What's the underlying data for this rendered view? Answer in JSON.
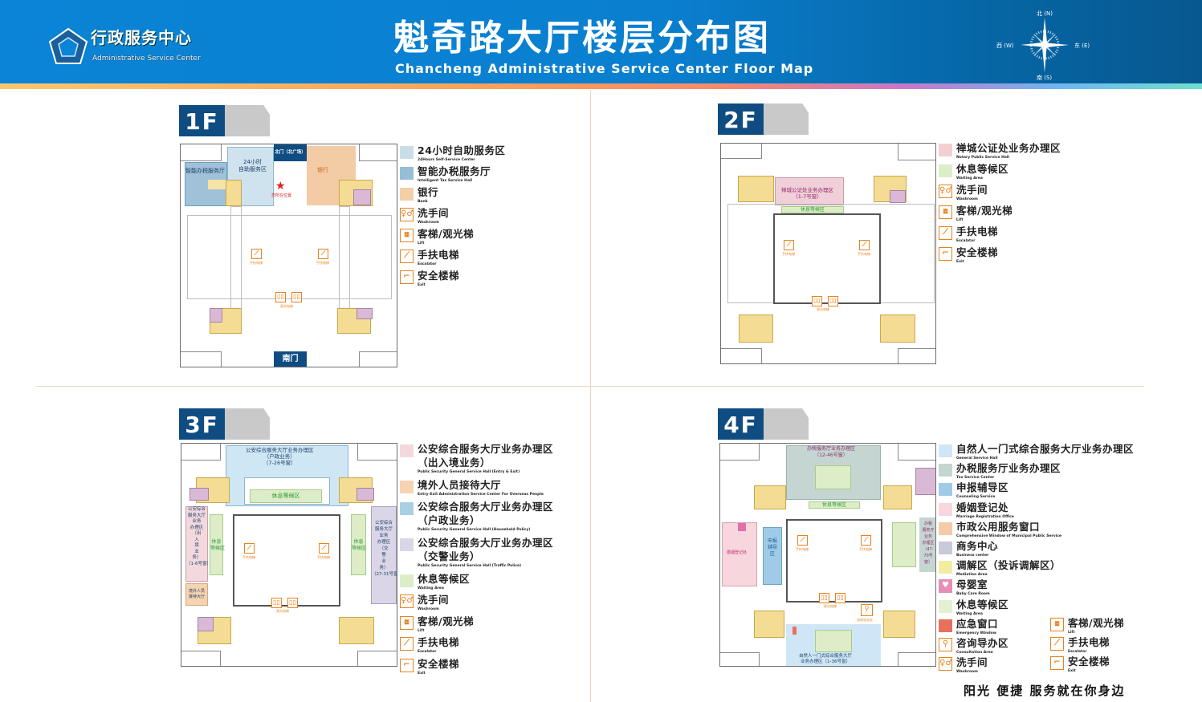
{
  "header": {
    "logo_cn": "行政服务中心",
    "logo_en": "Administrative Service Center",
    "title_cn": "魁奇路大厅楼层分布图",
    "title_en": "Chancheng Administrative Service Center Floor Map",
    "compass": {
      "north": "北 (N)",
      "south": "南 (S)",
      "east": "东 (E)",
      "west": "西 (W)"
    }
  },
  "colors": {
    "brand_blue": "#0f4c81",
    "header_blue": "#0a84d6",
    "icon_orange": "#e8821f"
  },
  "floors": {
    "f1": {
      "label": "1F",
      "map": {
        "tax_hall": "智能办税服务厅",
        "self_service": "24小时\n自助服务区",
        "bank": "银行",
        "north_gate": "北门（北广场）",
        "south_gate": "南门",
        "you_are_here": "您所在位置",
        "escalator": "手扶电梯",
        "lift": "观光电梯"
      },
      "legend": [
        {
          "cn": "24小时自助服务区",
          "en": "24Hours Self-Service Center",
          "swatch": "#c9dde9"
        },
        {
          "cn": "智能办税服务厅",
          "en": "Intelligent Tax Service Hall",
          "swatch": "#96bfd6"
        },
        {
          "cn": "银行",
          "en": "Bank",
          "swatch": "#f3cfa8"
        },
        {
          "cn": "洗手间",
          "en": "Washroom",
          "icon": "washroom-icon"
        },
        {
          "cn": "客梯/观光梯",
          "en": "Lift",
          "icon": "lift-icon"
        },
        {
          "cn": "手扶电梯",
          "en": "Escalator",
          "icon": "escalator-icon"
        },
        {
          "cn": "安全楼梯",
          "en": "Exit",
          "icon": "exit-stairs-icon"
        }
      ]
    },
    "f2": {
      "label": "2F",
      "map": {
        "notary": "禅城公证处业务办理区\n（1-7号窗）",
        "waiting": "休息等候区",
        "escalator": "手扶电梯",
        "lift": "观光电梯"
      },
      "legend": [
        {
          "cn": "禅城公证处业务办理区",
          "en": "Notary Public Service Hall",
          "swatch": "#f1cfd3"
        },
        {
          "cn": "休息等候区",
          "en": "Waiting Area",
          "swatch": "#dcedc8"
        },
        {
          "cn": "洗手间",
          "en": "Washroom",
          "icon": "washroom-icon"
        },
        {
          "cn": "客梯/观光梯",
          "en": "Lift",
          "icon": "lift-icon"
        },
        {
          "cn": "手扶电梯",
          "en": "Escalator",
          "icon": "escalator-icon"
        },
        {
          "cn": "安全楼梯",
          "en": "Exit",
          "icon": "exit-stairs-icon"
        }
      ]
    },
    "f3": {
      "label": "3F",
      "map": {
        "household": "公安综合服务大厅业务办理区\n（户政业务）\n（7-26号窗）",
        "waiting": "休息等候区",
        "entry_exit": "公安综合\n服务大厅\n业务\n办理区\n（出\n入\n境\n业\n务）\n（1-6号窗）",
        "overseas": "境外人员\n接待大厅",
        "traffic": "公安综合\n服务大厅\n业务\n办理区\n（交\n警\n业\n务）\n（27-31号窗）",
        "waiting_small": "休息\n等候区",
        "escalator": "手扶电梯",
        "lift": "观光电梯"
      },
      "legend": [
        {
          "cn": "公安综合服务大厅业务办理区\n（出入境业务）",
          "en": "Public Security General Service Hall (Entry & Exit)",
          "swatch": "#f3d9de"
        },
        {
          "cn": "境外人员接待大厅",
          "en": "Entry-Exit Administration Service Center For Overseas People",
          "swatch": "#f6d3b1"
        },
        {
          "cn": "公安综合服务大厅业务办理区\n（户政业务）",
          "en": "Public Security General Service Hall (Household Policy)",
          "swatch": "#a9cfe3"
        },
        {
          "cn": "公安综合服务大厅业务办理区\n（交警业务）",
          "en": "Public Security General Service Hall (Traffic Police)",
          "swatch": "#dad6e8"
        },
        {
          "cn": "休息等候区",
          "en": "Waiting Area",
          "swatch": "#dcedc8"
        },
        {
          "cn": "洗手间",
          "en": "Washroom",
          "icon": "washroom-icon"
        },
        {
          "cn": "客梯/观光梯",
          "en": "Lift",
          "icon": "lift-icon"
        },
        {
          "cn": "手扶电梯",
          "en": "Escalator",
          "icon": "escalator-icon"
        },
        {
          "cn": "安全楼梯",
          "en": "Exit",
          "icon": "exit-stairs-icon"
        }
      ]
    },
    "f4": {
      "label": "4F",
      "map": {
        "tax": "办税服务厅业务办理区\n（12-46号窗）",
        "tax_side": "办税\n服务厅\n业务\n办理区\n（47-\n70号\n窗）",
        "waiting": "休息等候区",
        "counseling": "申报辅导区",
        "marriage": "婚姻登记处",
        "general": "自然人一门式综合服务大厅\n业务办理区（1-36号窗）",
        "consult": "咨询导办区",
        "escalator": "手扶电梯",
        "lift": "观光电梯"
      },
      "legend": [
        {
          "cn": "自然人一门式综合服务大厅业务办理区",
          "en": "General Service Hall",
          "swatch": "#cfe6f6"
        },
        {
          "cn": "办税服务厅业务办理区",
          "en": "Tax Service Center",
          "swatch": "#c5d6d2"
        },
        {
          "cn": "申报辅导区",
          "en": "Counseling Service",
          "swatch": "#9fcbe6"
        },
        {
          "cn": "婚姻登记处",
          "en": "Marriage Registration Office",
          "swatch": "#f7d6de"
        },
        {
          "cn": "市政公用服务窗口",
          "en": "Comprehensive Window of Municipal Public Service",
          "swatch": "#f4cba6"
        },
        {
          "cn": "商务中心",
          "en": "Business center",
          "swatch": "#c7cad8"
        },
        {
          "cn": "调解区（投诉调解区）",
          "en": "Mediation Area",
          "swatch": "#f2eda2"
        },
        {
          "cn": "母婴室",
          "en": "Baby Care Room",
          "icon": "baby-care-icon"
        },
        {
          "cn": "休息等候区",
          "en": "Waiting Area",
          "swatch": "#e4f0d2"
        },
        {
          "cn": "应急窗口",
          "en": "Emergency Window",
          "swatch": "#e8705e"
        },
        {
          "cn": "咨询导办区",
          "en": "Consultation Area",
          "icon": "consultation-icon"
        },
        {
          "cn": "洗手间",
          "en": "Washroom",
          "icon": "washroom-icon"
        }
      ],
      "legend_right": [
        {
          "cn": "客梯/观光梯",
          "en": "Lift",
          "icon": "lift-icon"
        },
        {
          "cn": "手扶电梯",
          "en": "Escalator",
          "icon": "escalator-icon"
        },
        {
          "cn": "安全楼梯",
          "en": "Exit",
          "icon": "exit-stairs-icon"
        }
      ]
    }
  },
  "slogan": "阳光 便捷 服务就在你身边"
}
